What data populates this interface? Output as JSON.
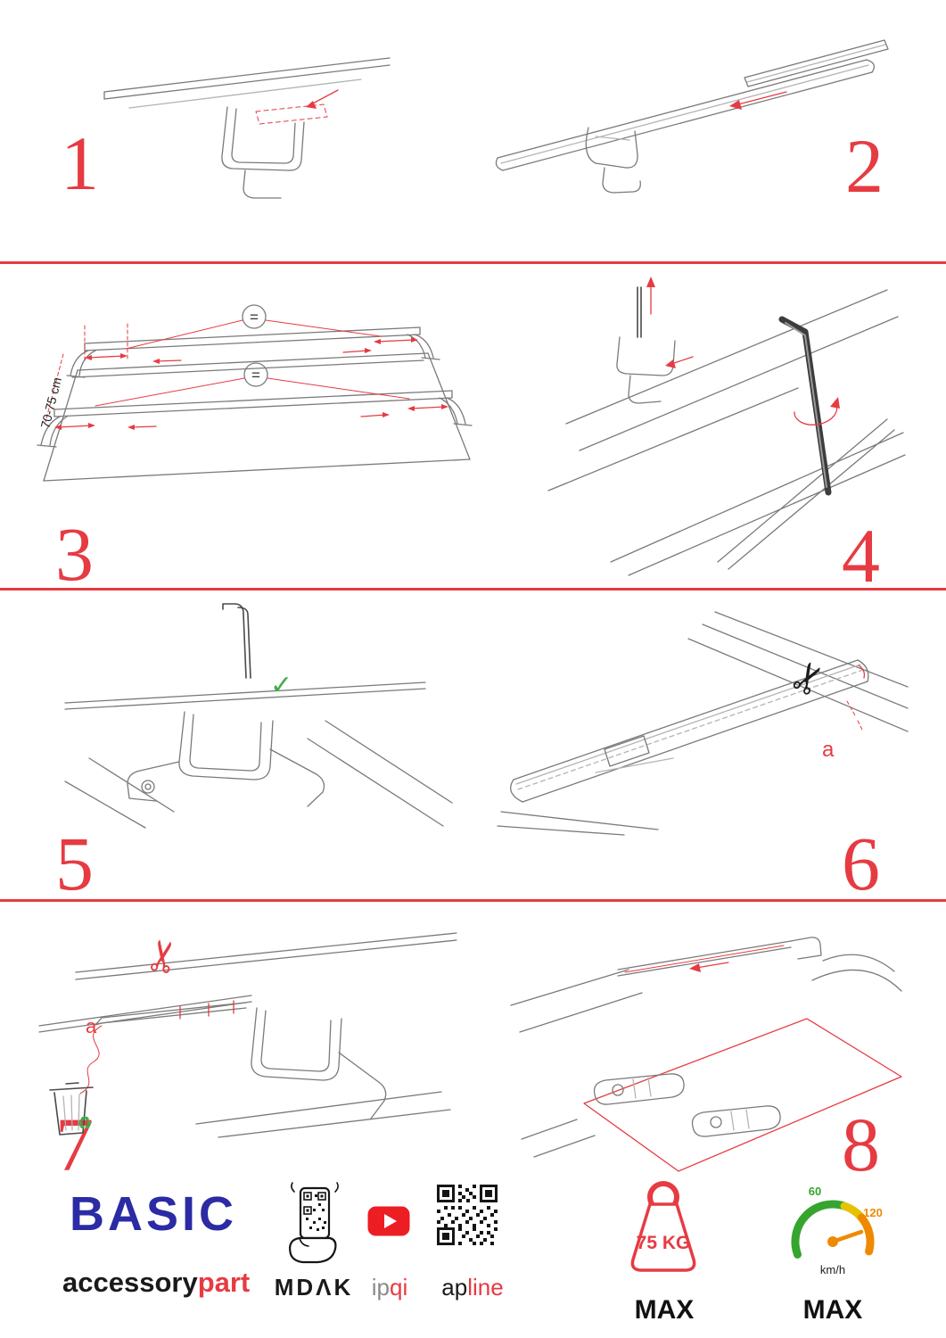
{
  "steps": [
    "1",
    "2",
    "3",
    "4",
    "5",
    "6",
    "7",
    "8"
  ],
  "labels": {
    "distance": "70-75 cm",
    "equal1": "=",
    "equal2": "=",
    "a6": "a",
    "a7": "a"
  },
  "icons": {
    "scissors": "✂",
    "check": "✓",
    "recycle": "♻"
  },
  "footer": {
    "basic": "BASIC",
    "accessory": "accessory",
    "part": "part",
    "mdak": "MDΛK",
    "ip": "ip",
    "qi": "qi",
    "ap": "ap",
    "line": "line",
    "weight_value": "75 KG",
    "weight_max": "MAX",
    "speed_60": "60",
    "speed_120": "120",
    "speed_unit": "km/h",
    "speed_max": "MAX"
  },
  "colors": {
    "accent_red": "#e63b42",
    "brand_blue": "#2b2ba6",
    "ok_green": "#3fae49",
    "gauge_green": "#35a52f",
    "gauge_yellow": "#e6c300",
    "gauge_orange": "#ef8a00",
    "youtube_red": "#ed1d24"
  }
}
